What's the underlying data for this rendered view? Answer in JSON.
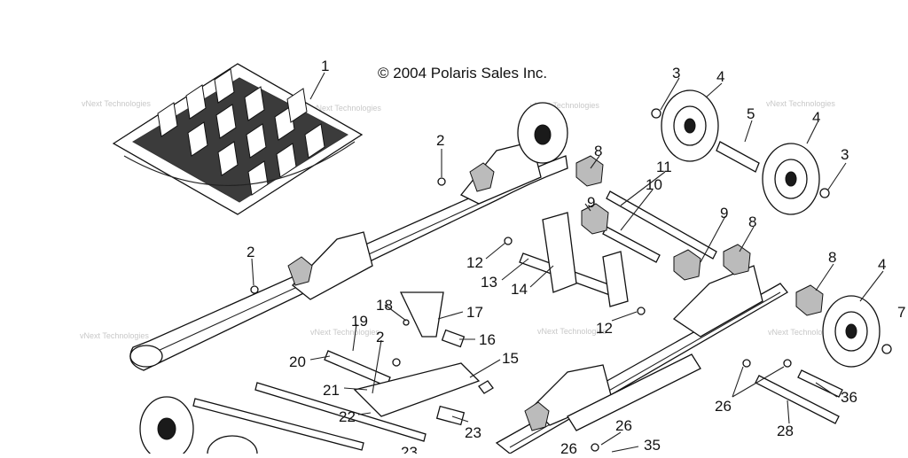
{
  "diagram": {
    "copyright": "© 2004 Polaris Sales Inc.",
    "watermark_text": "vNext Technologies",
    "callouts": [
      "1",
      "2",
      "3",
      "4",
      "5",
      "3",
      "4",
      "8",
      "11",
      "10",
      "9",
      "8",
      "2",
      "12",
      "13",
      "14",
      "9",
      "8",
      "4",
      "18",
      "17",
      "19",
      "2",
      "16",
      "12",
      "20",
      "15",
      "21",
      "22",
      "23",
      "26",
      "36",
      "28",
      "26",
      "35",
      "26",
      "23",
      "7"
    ]
  }
}
